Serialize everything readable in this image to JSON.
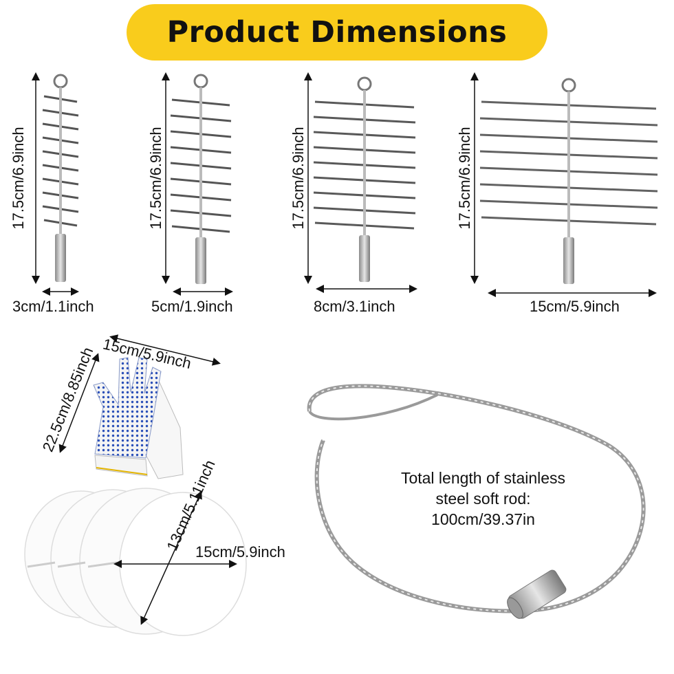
{
  "header": {
    "title": "Product Dimensions"
  },
  "brushes": [
    {
      "height_label": "17.5cm/6.9inch",
      "width_label": "3cm/1.1inch"
    },
    {
      "height_label": "17.5cm/6.9inch",
      "width_label": "5cm/1.9inch"
    },
    {
      "height_label": "17.5cm/6.9inch",
      "width_label": "8cm/3.1inch"
    },
    {
      "height_label": "17.5cm/6.9inch",
      "width_label": "15cm/5.9inch"
    }
  ],
  "gloves": {
    "width_label": "15cm/5.9inch",
    "length_label": "22.5cm/8.85inch"
  },
  "filters": {
    "height_label": "13cm/5.11inch",
    "width_label": "15cm/5.9inch"
  },
  "rod": {
    "line1": "Total length of stainless",
    "line2": "steel soft rod:",
    "line3": "100cm/39.37in"
  },
  "colors": {
    "banner": "#f9cc1c",
    "text": "#111111",
    "bristle": "#5a5a5a",
    "glove_dots": "#2a4fb8"
  }
}
